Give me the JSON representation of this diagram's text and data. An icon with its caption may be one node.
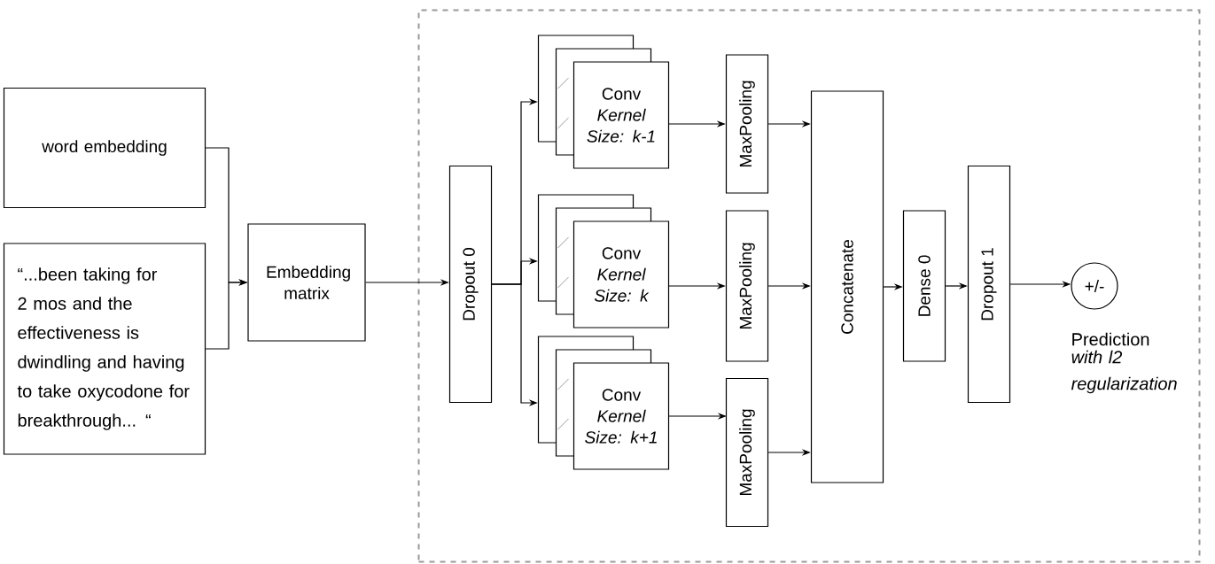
{
  "diagram": {
    "nodes": [
      {
        "text": [
          "word embedding"
        ]
      },
      {
        "text": [
          "“...been taking for 2 mos and the effectiveness is dwindling and having to take oxycodone for breakthrough... “"
        ]
      },
      {
        "text": [
          "Embedding matrix"
        ]
      },
      {
        "text": [],
        "shape": "box"
      },
      {
        "text": [
          "Dropout 0"
        ],
        "in": 3
      },
      {
        "text": [
          "Conv",
          "Kernel Size: k-1"
        ],
        "in": 3
      },
      {
        "text": [
          "Conv",
          "Kernel Size: k"
        ],
        "in": 3
      },
      {
        "text": [
          "Conv",
          "Kernel Size: k+1"
        ],
        "in": 3
      },
      {
        "text": [
          "MaxPooling"
        ],
        "in": 3
      },
      {
        "text": [
          "MaxPooling"
        ],
        "in": 3
      },
      {
        "text": [
          "MaxPooling"
        ],
        "in": 3
      },
      {
        "text": [
          "Concatenate"
        ],
        "in": 3
      },
      {
        "text": [
          "Dense 0"
        ],
        "in": 3
      },
      {
        "text": [
          "Dropout 1"
        ],
        "in": 3
      },
      {
        "text": [
          "+/-"
        ],
        "in": 3,
        "beside": [
          "Prediction",
          "with l2 regularization"
        ]
      }
    ],
    "edges": [
      {
        "from": 0,
        "to": 2,
        "arrow": "to"
      },
      {
        "from": 1,
        "to": 2,
        "arrow": "to"
      },
      {
        "from": 2,
        "to": 4,
        "arrow": "to"
      },
      {
        "from": 4,
        "to": 5,
        "arrow": "to"
      },
      {
        "from": 4,
        "to": 6,
        "arrow": "to"
      },
      {
        "from": 4,
        "to": 7,
        "arrow": "to"
      },
      {
        "from": 5,
        "to": 8,
        "arrow": "to"
      },
      {
        "from": 6,
        "to": 9,
        "arrow": "to"
      },
      {
        "from": 7,
        "to": 10,
        "arrow": "to"
      },
      {
        "from": 8,
        "to": 11,
        "arrow": "to"
      },
      {
        "from": 9,
        "to": 11,
        "arrow": "to"
      },
      {
        "from": 10,
        "to": 11,
        "arrow": "to"
      },
      {
        "from": 11,
        "to": 12,
        "arrow": "to"
      },
      {
        "from": 12,
        "to": 13,
        "arrow": "to"
      },
      {
        "from": 13,
        "to": 14,
        "arrow": "to"
      }
    ]
  }
}
